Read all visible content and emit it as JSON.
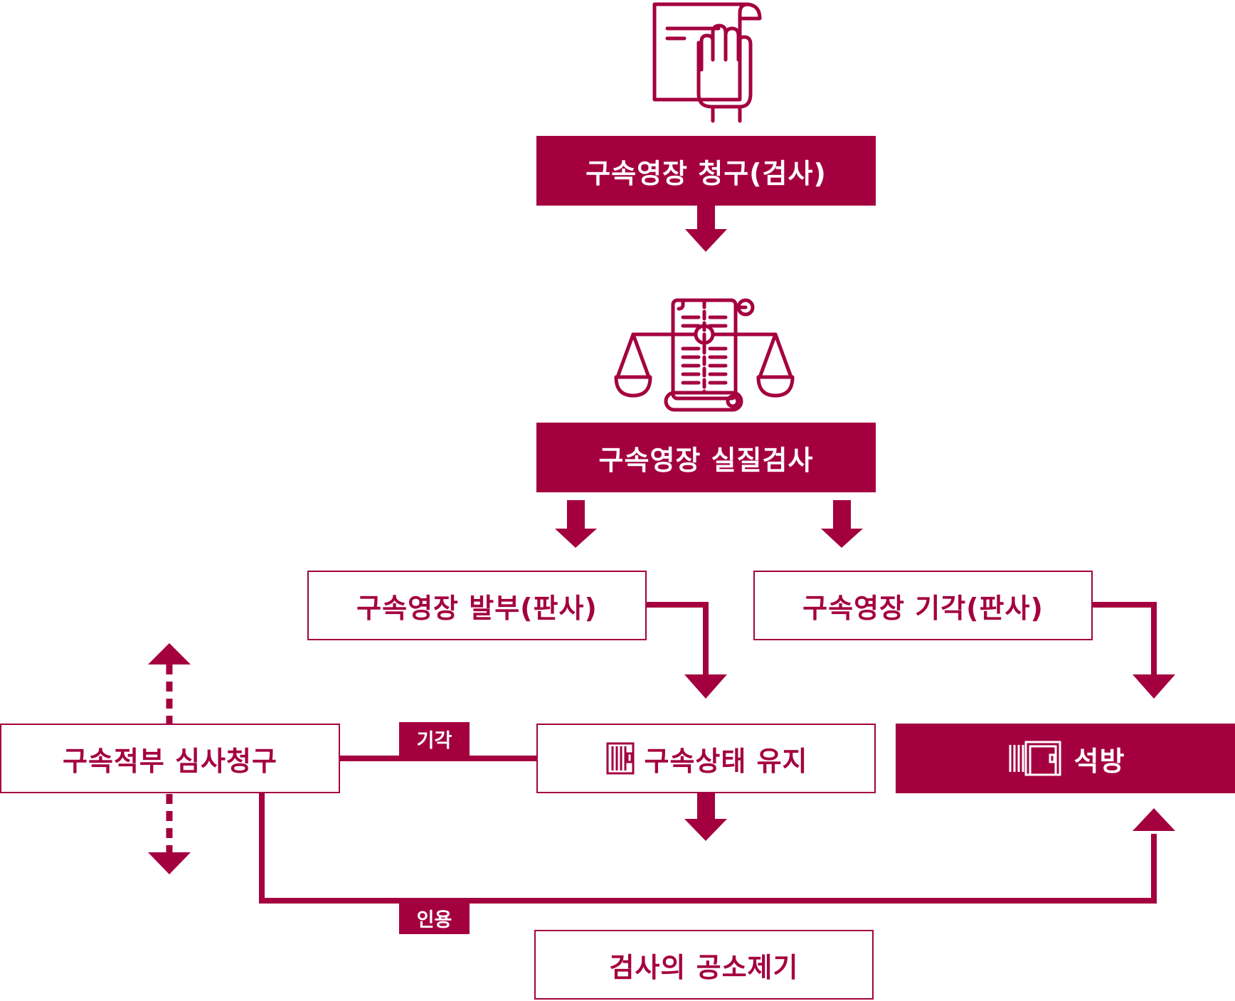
{
  "colors": {
    "primary": "#a4003f",
    "background": "#ffffff"
  },
  "nodes": {
    "warrant_request": "구속영장 청구(검사)",
    "warrant_review": "구속영장 실질검사",
    "warrant_issue": "구속영장 발부(판사)",
    "warrant_dismiss": "구속영장 기각(판사)",
    "review_request": "구속적부 심사청구",
    "detention_maintained": "구속상태 유지",
    "release": "석방",
    "indictment": "검사의 공소제기"
  },
  "edge_labels": {
    "dismissed": "기각",
    "accepted": "인용"
  },
  "icons": {
    "top": "oath-document-hand-icon",
    "middle": "scales-of-justice-scroll-icon",
    "detention": "prison-cell-icon",
    "release": "open-cell-door-icon"
  }
}
